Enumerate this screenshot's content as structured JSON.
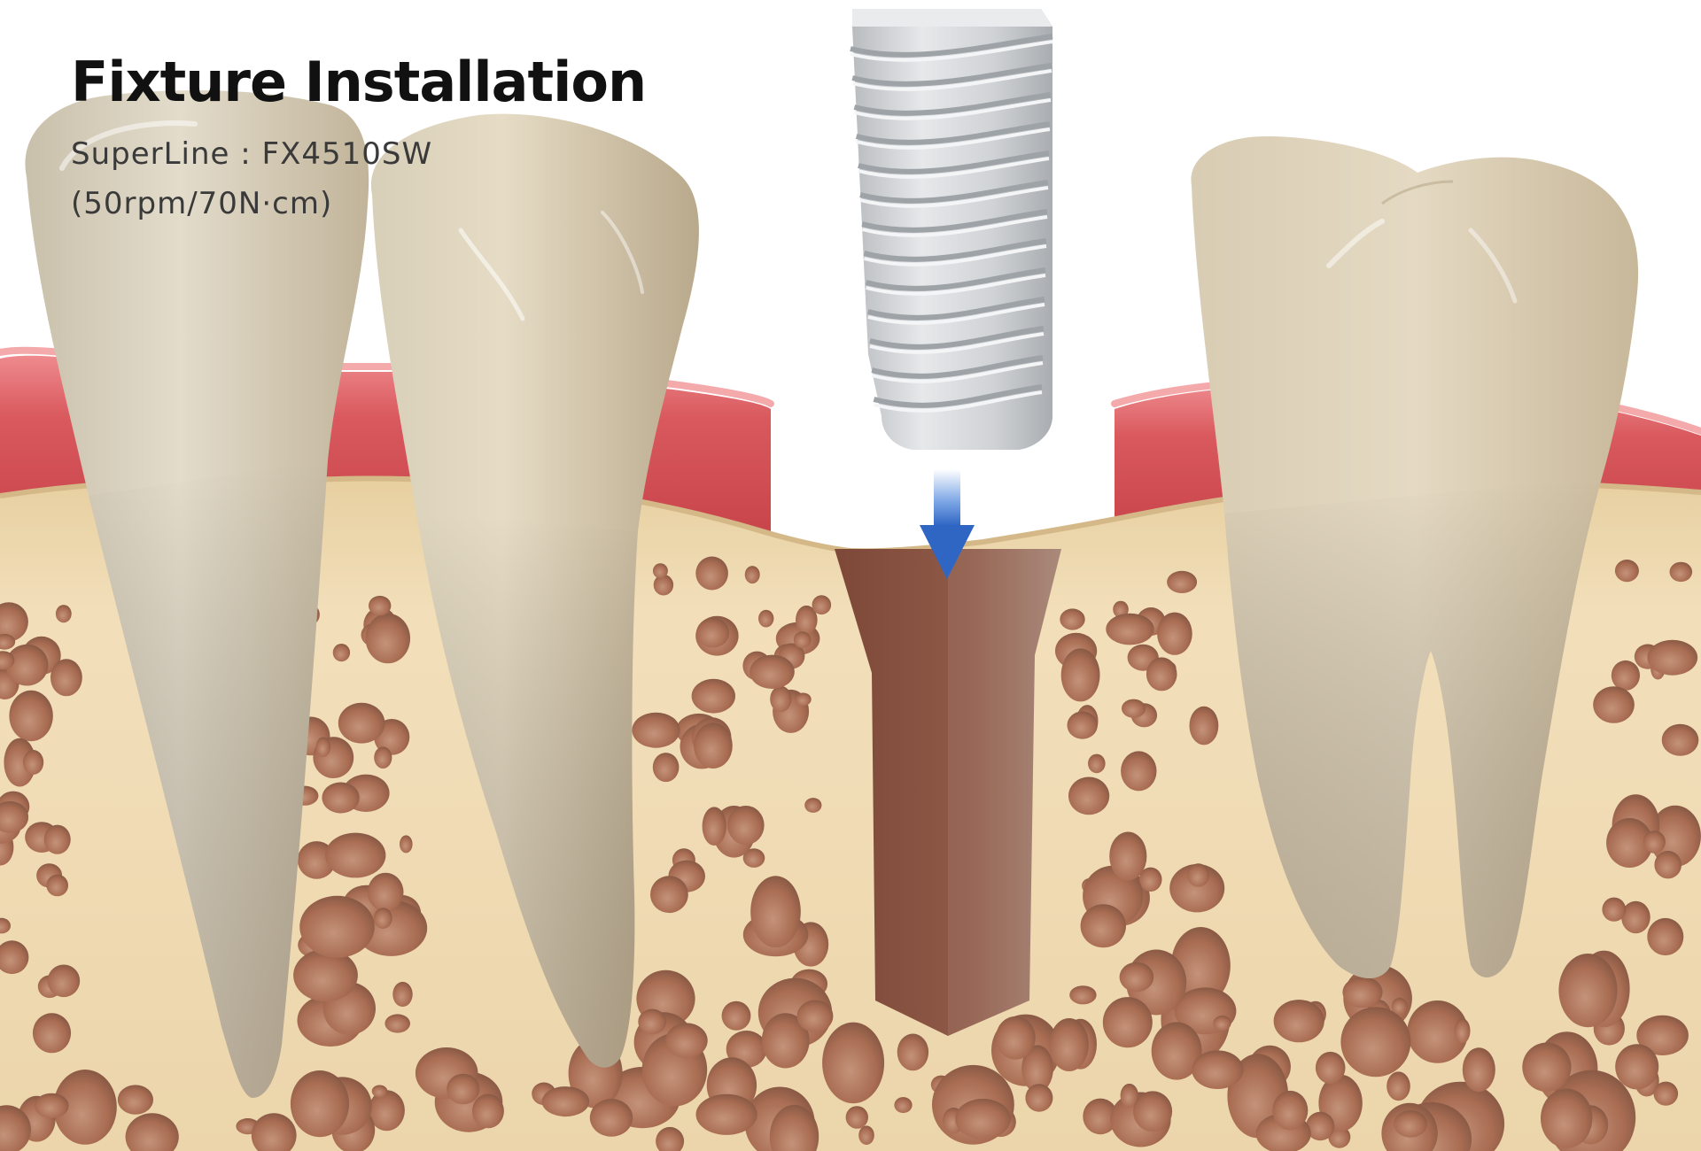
{
  "title": "Fixture Installation",
  "subtitle_line1": "SuperLine :  FX4510SW",
  "subtitle_line2": "(50rpm/70N·cm)",
  "colors": {
    "gum": "#d9595e",
    "bone": "#ecd3a6",
    "pore": "#b47c5e",
    "tooth": "#dcd2bd",
    "socket": "#8c5746",
    "implant": "#d4d6d8",
    "arrow": "#3c77d4"
  },
  "icons": {
    "arrow": "down-arrow-icon",
    "implant": "implant-fixture-icon"
  }
}
